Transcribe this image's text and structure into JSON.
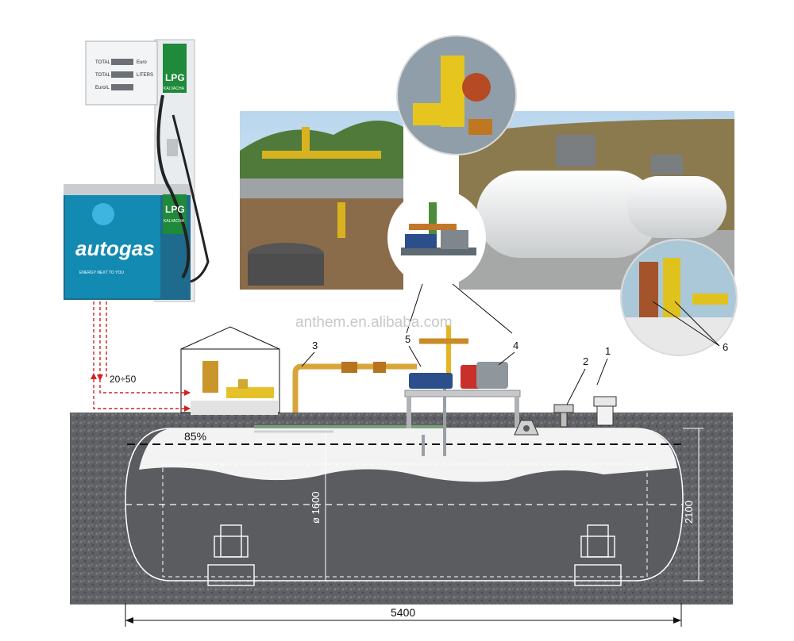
{
  "watermark": "anthem.en.alibaba.com",
  "dispenser": {
    "brand": "autogas",
    "tagline": "ENERGY NEXT TO YOU",
    "lpg_badge": "LPG",
    "lpg_sub": "KALVACHA",
    "display_rows": [
      {
        "label": "TOTAL",
        "unit": "Euro"
      },
      {
        "label": "TOTAL",
        "unit": "LITERS"
      },
      {
        "label": "Euro/L",
        "unit": ""
      }
    ]
  },
  "callouts": {
    "n1": "1",
    "n2": "2",
    "n3": "3",
    "n4": "4",
    "n5": "5",
    "n6": "6"
  },
  "dimensions": {
    "fill_level": "85%",
    "pipe_length": "20÷50",
    "diameter": "ø 1600",
    "height": "2100",
    "length": "5400"
  },
  "colors": {
    "ground": "#5e6064",
    "tank_fill": "#f3f3f3",
    "pipe_yellow": "#e6b422",
    "dispenser_green": "#1f8a3a",
    "line_red": "#d42020"
  }
}
